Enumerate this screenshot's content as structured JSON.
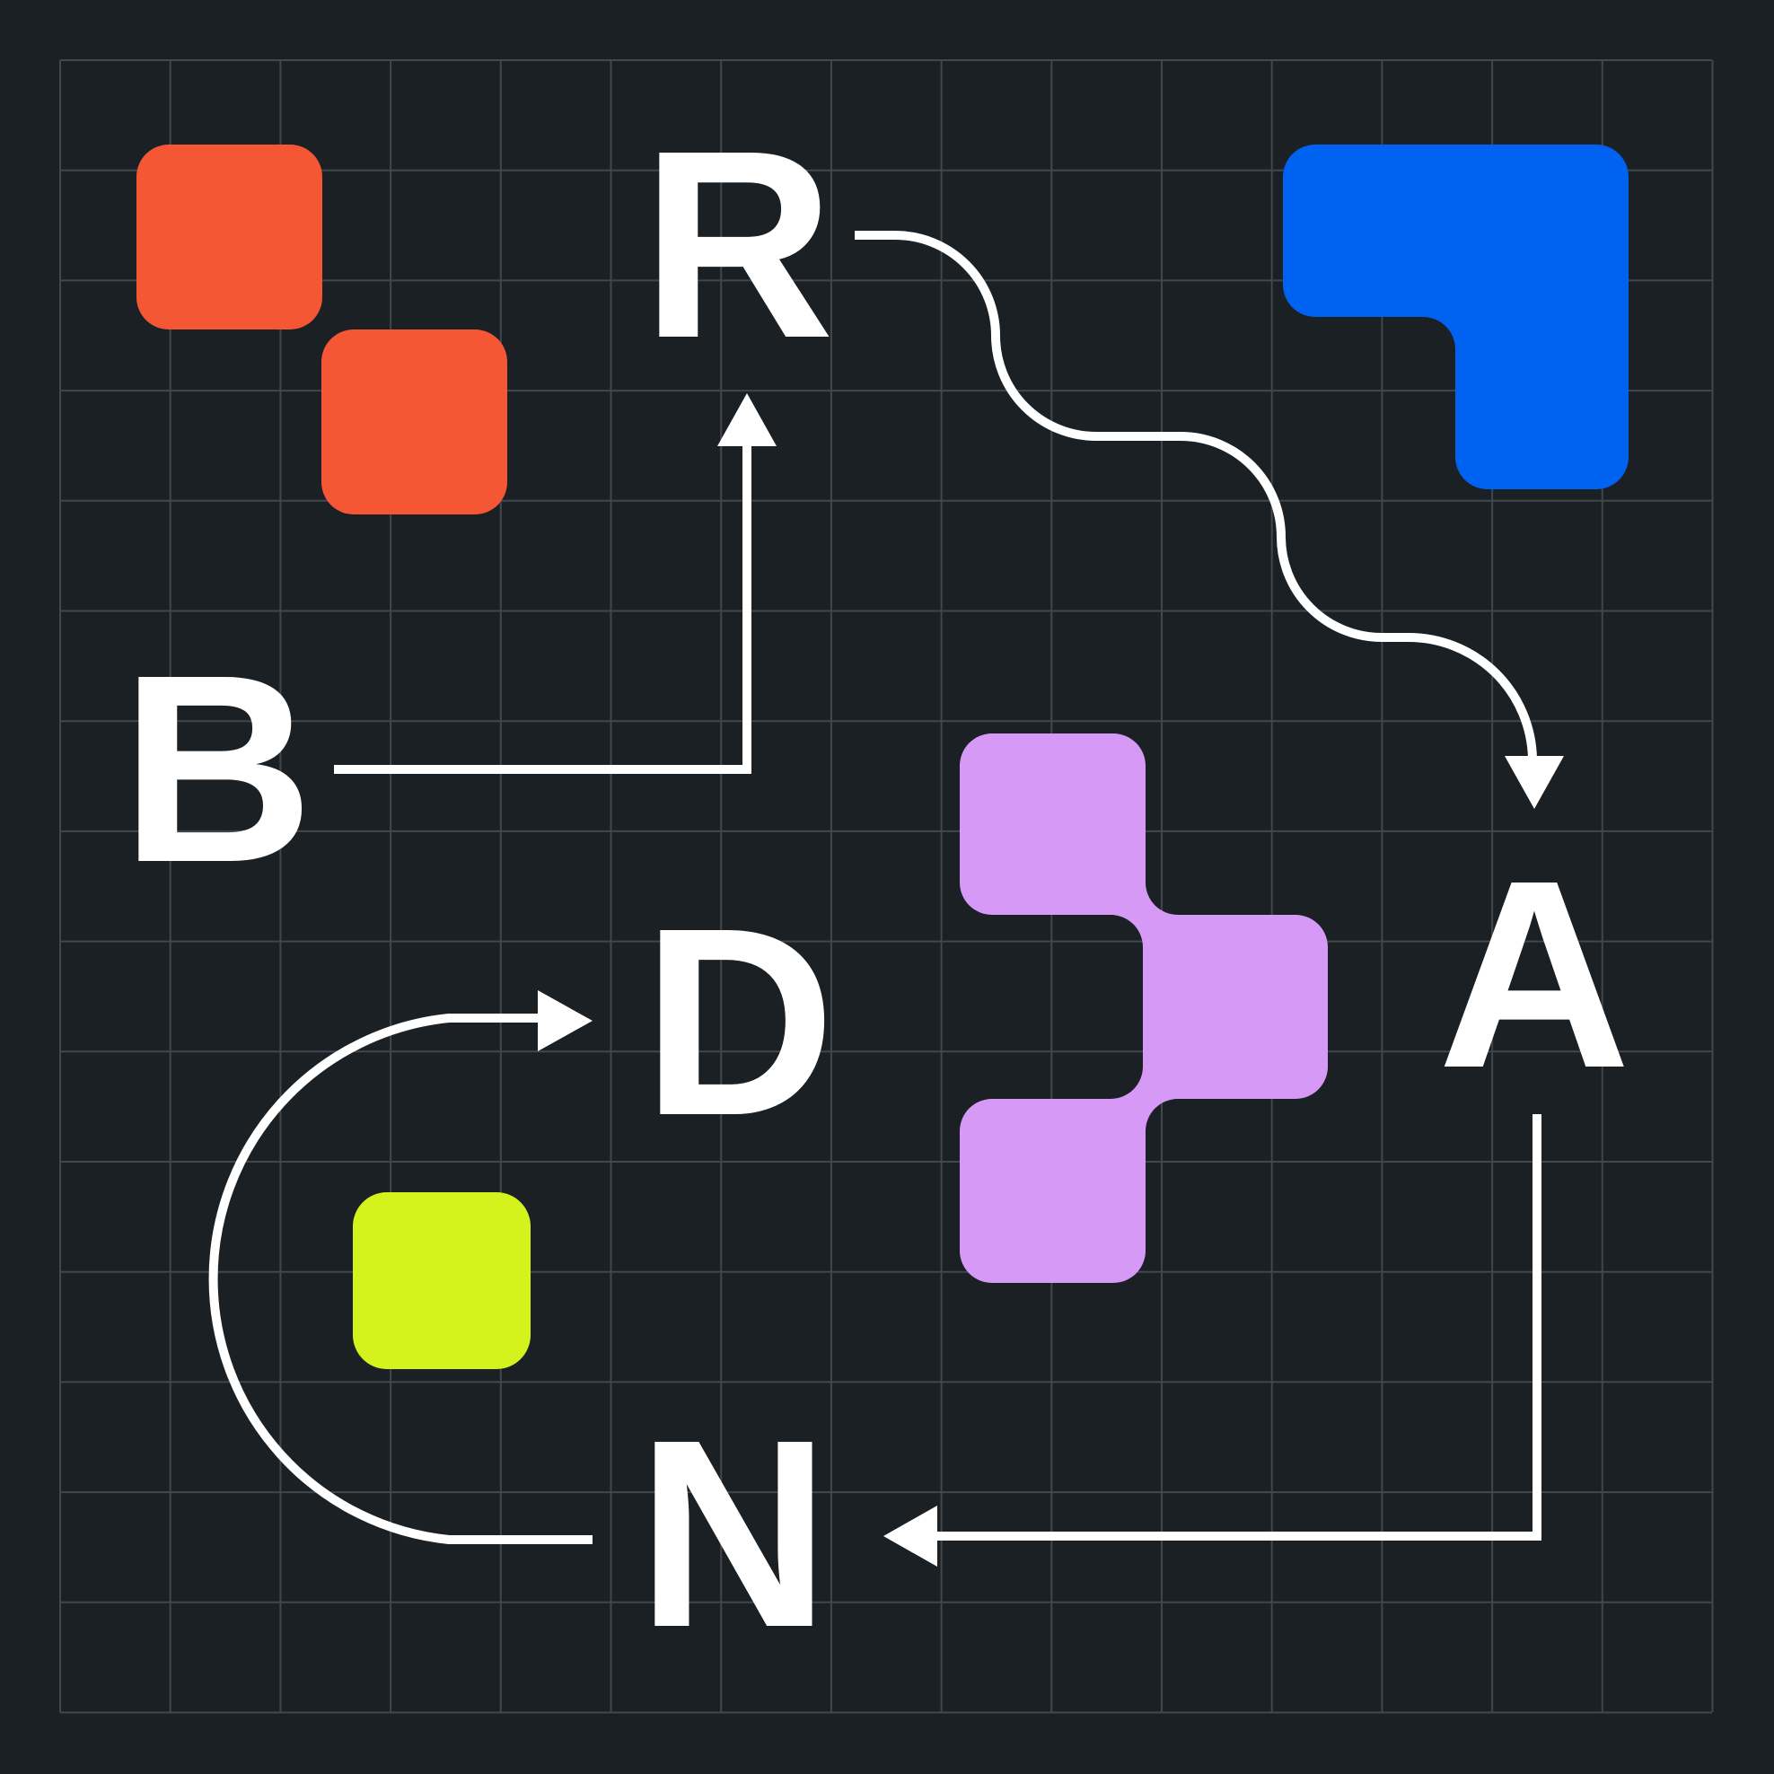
{
  "colors": {
    "background": "#1b2024",
    "grid": "#41474d",
    "foreground": "#ffffff",
    "orange": "#f55734",
    "blue": "#0062f0",
    "purple": "#d69af6",
    "lime": "#d4f21c"
  },
  "letters": {
    "r": "R",
    "b": "B",
    "a": "A",
    "d": "D",
    "n": "N"
  },
  "connections": [
    {
      "from": "B",
      "to": "R"
    },
    {
      "from": "R",
      "to": "A"
    },
    {
      "from": "A",
      "to": "N"
    },
    {
      "from": "N",
      "to": "D"
    }
  ]
}
